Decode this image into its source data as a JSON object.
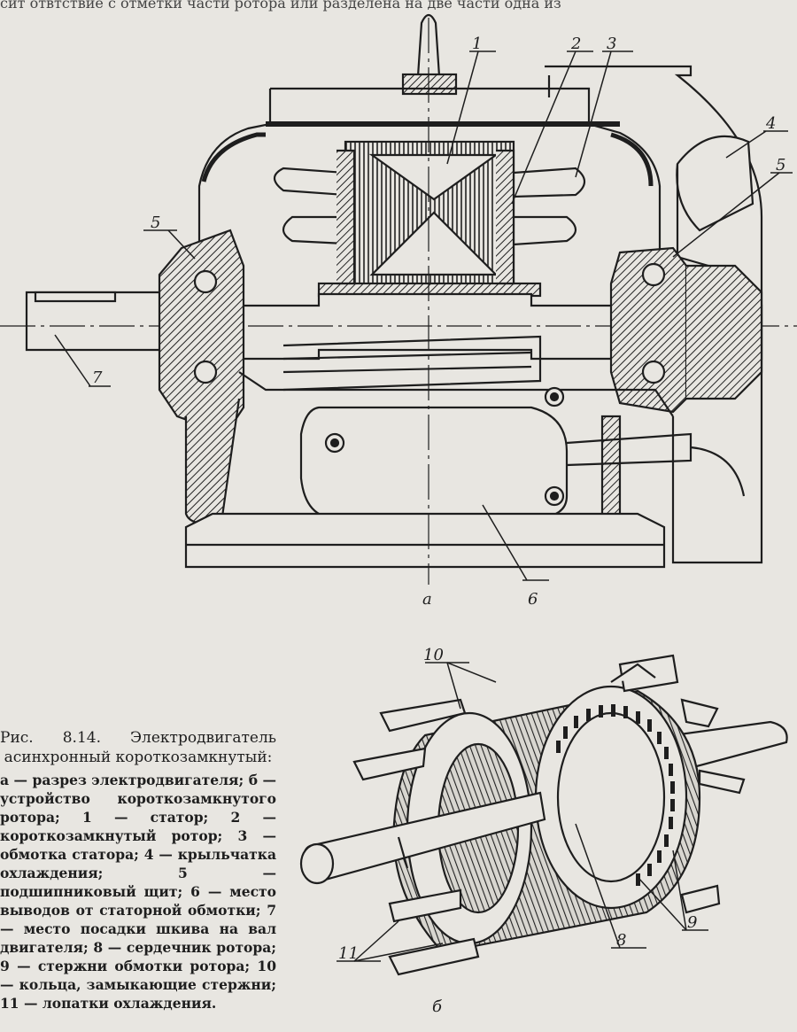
{
  "top_text": "сит отвтствие с отметки части ротора или разделена на две части одна из",
  "figure": {
    "labels": {
      "stator": "1",
      "rotor": "2",
      "winding": "3",
      "impeller": "4",
      "shield_left": "5",
      "shield_right": "5",
      "terminal": "6",
      "pulley": "7",
      "core": "8",
      "bars": "9",
      "rings": "10",
      "blades": "11"
    },
    "view_a": "а",
    "view_b": "б"
  },
  "caption": {
    "title": "Рис. 8.14. Электродвигатель асинхронный короткозамкнутый:",
    "body": "а — разрез электродвигателя; б — устройство короткозамкнутого ротора; 1 — статор; 2 — короткозамкнутый ротор; 3 — обмотка статора; 4 — крыльчатка охлаждения; 5 — подшипниковый щит; 6 — место выводов от статорной обмотки; 7 — место посадки шкива на вал двигателя; 8 — сердечник ротора; 9 — стержни обмотки ротора; 10 — кольца, замыкающие стержни; 11 — лопатки охлаждения."
  }
}
